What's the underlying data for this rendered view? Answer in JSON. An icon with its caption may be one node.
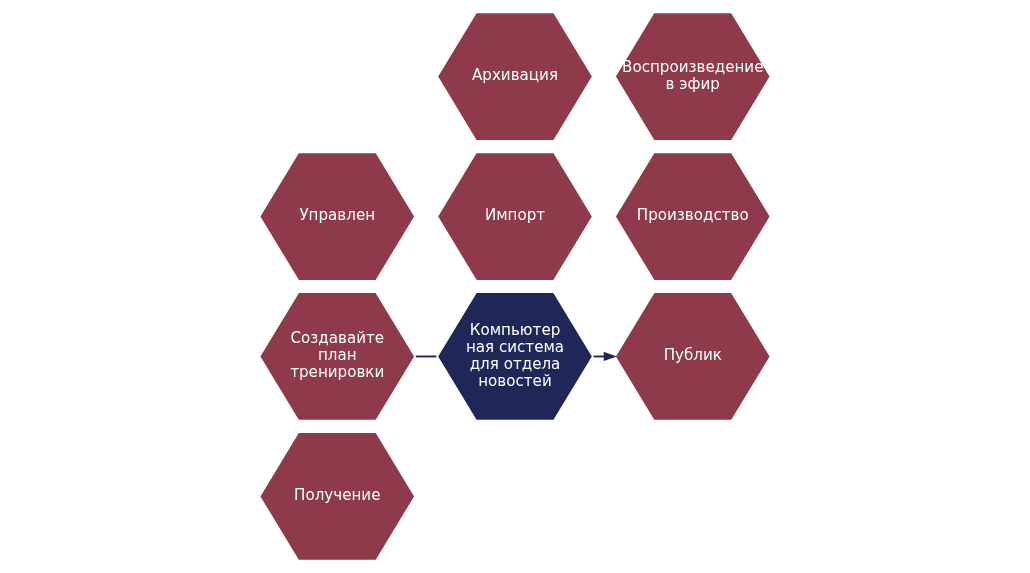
{
  "diagram": {
    "nodes": [
      {
        "text": [
          "Импорт"
        ]
      },
      {
        "text": [
          "Получение"
        ]
      },
      {
        "text": [
          "Производство"
        ]
      },
      {
        "text": [
          "Создавайте план тренировки"
        ]
      },
      {
        "text": [
          "Компьютер ная система для отдела новостей"
        ]
      },
      {
        "text": [
          "Публик"
        ]
      },
      {
        "text": [
          "Управлен"
        ]
      },
      {
        "text": [
          "Воспроизведение в эфир"
        ]
      },
      {
        "text": [
          "Архивация"
        ]
      }
    ],
    "edges": [
      {
        "from": 3,
        "to": 4,
        "arrow": "none"
      },
      {
        "from": 4,
        "to": 5,
        "arrow": "to"
      }
    ]
  }
}
